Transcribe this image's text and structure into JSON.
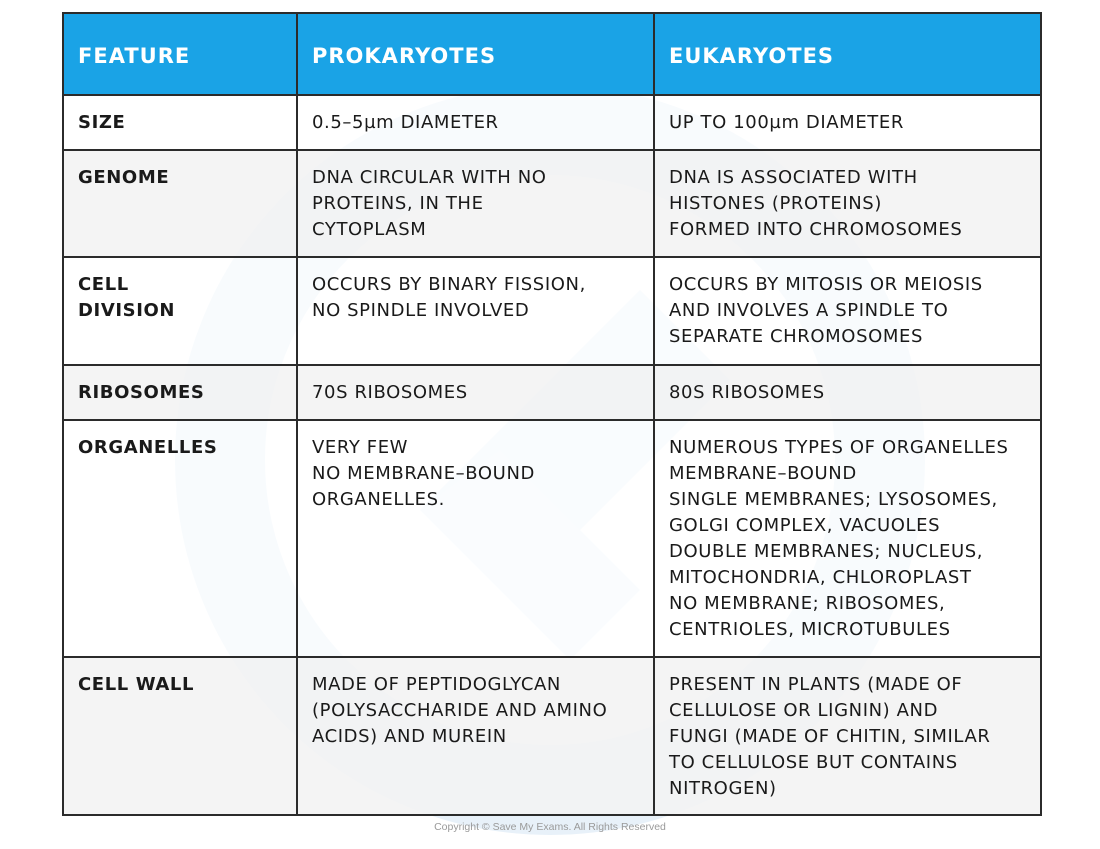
{
  "colors": {
    "header_bg": "#1aa3e6",
    "header_text": "#ffffff",
    "border": "#2b2b2b",
    "shaded_row": "#f2f2f2",
    "watermark": "#e6f0f8"
  },
  "watermark_icon": "save-my-exams-logo",
  "table": {
    "headers": [
      "FEATURE",
      "PROKARYOTES",
      "EUKARYOTES"
    ],
    "rows": [
      {
        "feature": "SIZE",
        "prokaryotes": "0.5–5µm DIAMETER",
        "eukaryotes": "UP TO 100µm DIAMETER"
      },
      {
        "feature": "GENOME",
        "prokaryotes": "DNA CIRCULAR WITH NO\nPROTEINS, IN THE\nCYTOPLASM",
        "eukaryotes": "DNA IS ASSOCIATED WITH\nHISTONES (PROTEINS)\nFORMED INTO CHROMOSOMES"
      },
      {
        "feature": "CELL\nDIVISION",
        "prokaryotes": "OCCURS BY BINARY FISSION,\nNO SPINDLE INVOLVED",
        "eukaryotes": "OCCURS BY MITOSIS OR MEIOSIS\nAND INVOLVES A SPINDLE TO\nSEPARATE CHROMOSOMES"
      },
      {
        "feature": "RIBOSOMES",
        "prokaryotes": "70S RIBOSOMES",
        "eukaryotes": "80S RIBOSOMES"
      },
      {
        "feature": "ORGANELLES",
        "prokaryotes": "VERY FEW\nNO MEMBRANE–BOUND\nORGANELLES.",
        "eukaryotes": "NUMEROUS TYPES OF ORGANELLES\nMEMBRANE–BOUND\nSINGLE MEMBRANES; LYSOSOMES,\nGOLGI COMPLEX, VACUOLES\nDOUBLE MEMBRANES; NUCLEUS,\nMITOCHONDRIA, CHLOROPLAST\nNO MEMBRANE; RIBOSOMES,\nCENTRIOLES, MICROTUBULES"
      },
      {
        "feature": "CELL WALL",
        "prokaryotes": "MADE OF PEPTIDOGLYCAN\n(POLYSACCHARIDE AND AMINO\nACIDS) AND MUREIN",
        "eukaryotes": "PRESENT IN PLANTS (MADE OF\nCELLULOSE OR LIGNIN) AND\nFUNGI (MADE OF CHITIN, SIMILAR\nTO CELLULOSE BUT CONTAINS\nNITROGEN)"
      }
    ]
  },
  "copyright": "Copyright © Save My Exams. All Rights Reserved"
}
